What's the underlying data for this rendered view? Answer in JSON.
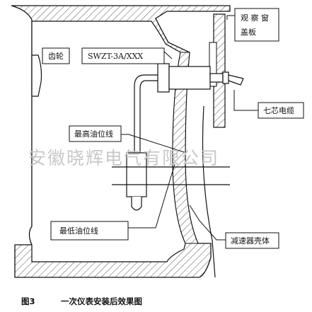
{
  "labels": {
    "observation_cover_line1": "观 察 窗",
    "observation_cover_line2": "盖板",
    "gear": "齿轮",
    "model": "SWZT-3A/XXX",
    "cable": "七芯电缆",
    "max_oil": "最高油位线",
    "min_oil": "最低油位线",
    "housing": "减速器壳体"
  },
  "watermark": "安徽晓辉电气有限公司",
  "caption": {
    "number": "图3",
    "title": "一次仪表安装后效果图"
  },
  "colors": {
    "line": "#111111",
    "hatch": "#555555",
    "watermark": "#c8c8c8"
  }
}
